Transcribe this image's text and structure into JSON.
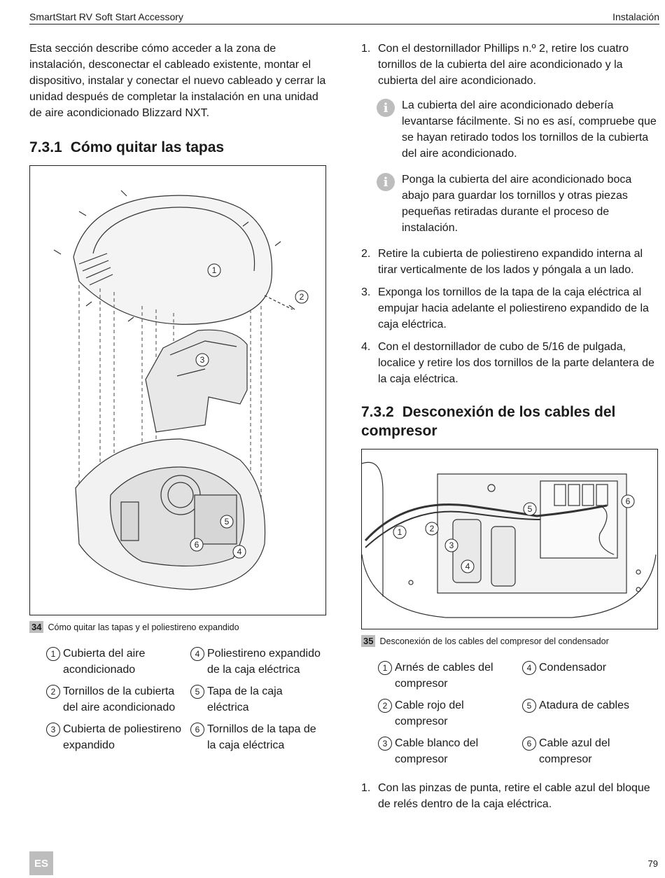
{
  "header": {
    "left": "SmartStart RV Soft Start Accessory",
    "right": "Instalación"
  },
  "intro": "Esta sección describe cómo acceder a la zona de instalación, desconectar el cableado existente, montar el dispositivo, instalar y conectar el nuevo cableado y cerrar la unidad después de completar la instalación en una unidad de aire acondicionado Blizzard NXT.",
  "s1": {
    "num": "7.3.1",
    "title": "Cómo quitar las tapas"
  },
  "fig34": {
    "tag": "34",
    "caption": "Cómo quitar las tapas y el poliestireno expandido",
    "callouts": [
      "1",
      "2",
      "3",
      "4",
      "5",
      "6"
    ]
  },
  "legend34": [
    {
      "n": "1",
      "t": "Cubierta del aire acondicionado"
    },
    {
      "n": "4",
      "t": "Poliestireno expandido de la caja eléctrica"
    },
    {
      "n": "2",
      "t": "Tornillos de la cubierta del aire acondicionado"
    },
    {
      "n": "5",
      "t": "Tapa de la caja eléctrica"
    },
    {
      "n": "3",
      "t": "Cubierta de poliestireno expandido"
    },
    {
      "n": "6",
      "t": "Tornillos de la tapa de la caja eléctrica"
    }
  ],
  "steps1": [
    {
      "n": "1.",
      "t": "Con el destornillador Phillips n.º 2, retire los cuatro tornillos de la cubierta del aire acondicionado y la cubierta del aire acondicionado."
    }
  ],
  "notes": [
    {
      "icon": "i",
      "t": "La cubierta del aire acondicionado debería levantarse fácilmente. Si no es así, compruebe que se hayan retirado todos los tornillos de la cubierta del aire acondicionado."
    },
    {
      "icon": "i",
      "t": "Ponga la cubierta del aire acondicionado boca abajo para guardar los tornillos y otras piezas pequeñas retiradas durante el proceso de instalación."
    }
  ],
  "steps2": [
    {
      "n": "2.",
      "t": "Retire la cubierta de poliestireno expandido interna al tirar verticalmente de los lados y póngala a un lado."
    },
    {
      "n": "3.",
      "t": "Exponga los tornillos de la tapa de la caja eléctrica al empujar hacia adelante el poliestireno expandido de la caja eléctrica."
    },
    {
      "n": "4.",
      "t": "Con el destornillador de cubo de 5/16 de pulgada, localice y retire los dos tornillos de la parte delantera de la caja eléctrica."
    }
  ],
  "s2": {
    "num": "7.3.2",
    "title": "Desconexión de los cables del compresor"
  },
  "fig35": {
    "tag": "35",
    "caption": "Desconexión de los cables del compresor del condensador",
    "callouts": [
      "1",
      "2",
      "3",
      "4",
      "5",
      "6"
    ]
  },
  "legend35": [
    {
      "n": "1",
      "t": "Arnés de cables del compresor"
    },
    {
      "n": "4",
      "t": "Condensador"
    },
    {
      "n": "2",
      "t": "Cable rojo del compresor"
    },
    {
      "n": "5",
      "t": "Atadura de cables"
    },
    {
      "n": "3",
      "t": "Cable blanco del compresor"
    },
    {
      "n": "6",
      "t": "Cable azul del compresor"
    }
  ],
  "steps3": [
    {
      "n": "1.",
      "t": "Con las pinzas de punta, retire el cable azul del bloque de relés dentro de la caja eléctrica."
    }
  ],
  "footer": {
    "lang": "ES",
    "page": "79"
  }
}
